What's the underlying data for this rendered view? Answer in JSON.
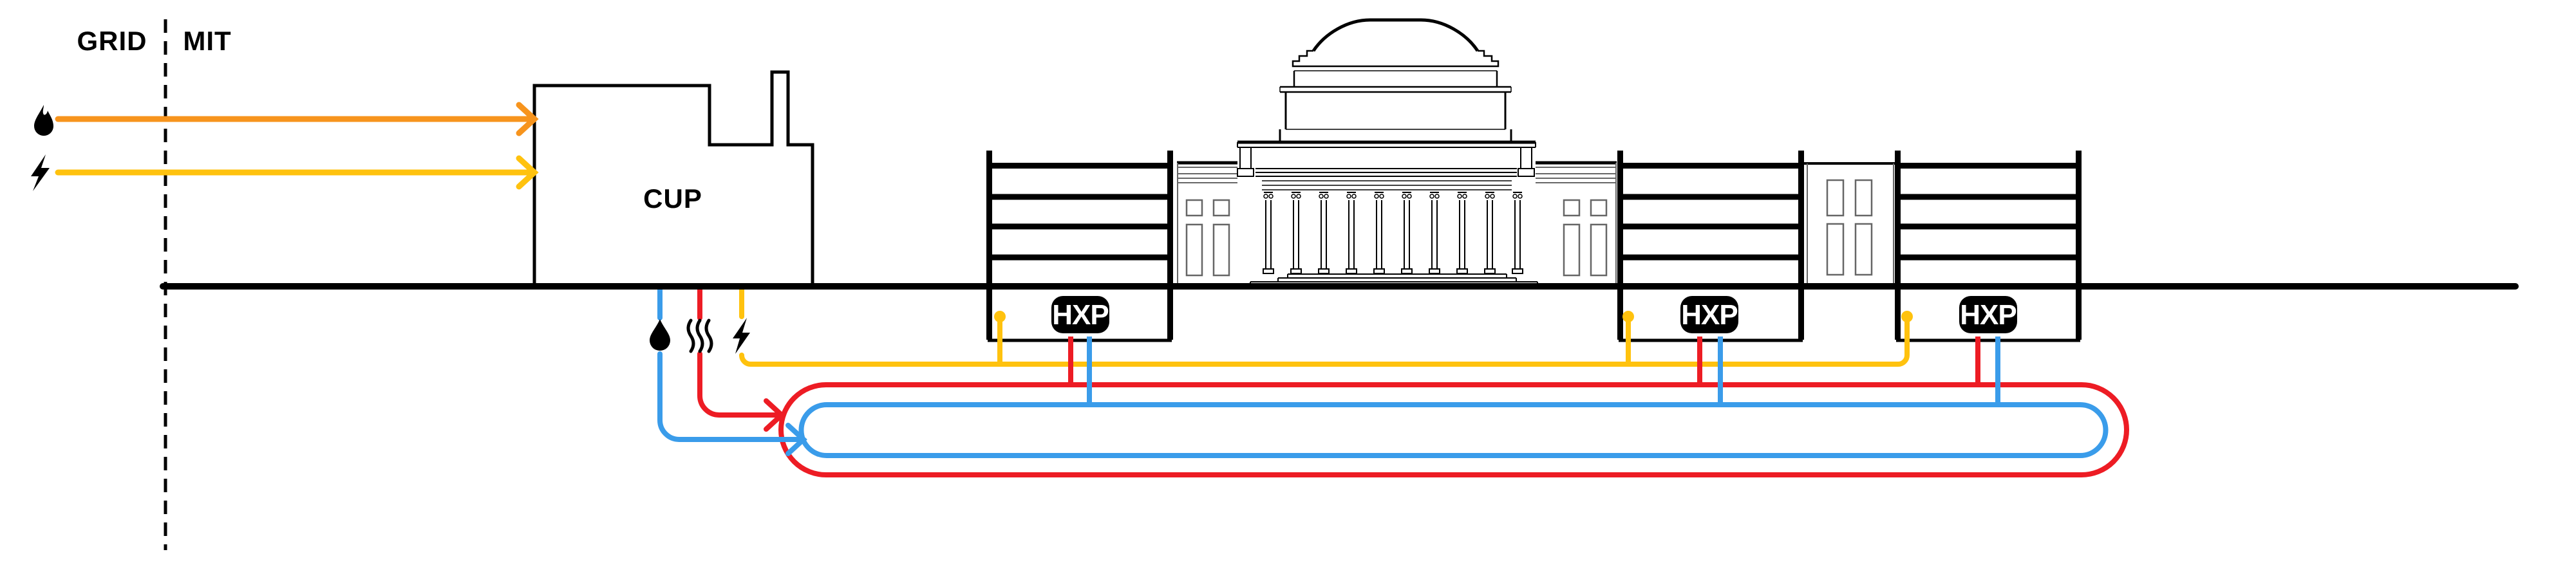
{
  "boundary": {
    "left_label": "GRID",
    "right_label": "MIT"
  },
  "cup": {
    "label": "CUP",
    "inputs": [
      {
        "name": "natural-gas",
        "icon": "flame-icon"
      },
      {
        "name": "grid-electricity",
        "icon": "lightning-icon"
      }
    ],
    "outputs": [
      {
        "name": "chilled-water",
        "icon": "droplet-icon"
      },
      {
        "name": "hot-water",
        "icon": "heat-waves-icon"
      },
      {
        "name": "electricity",
        "icon": "lightning-icon"
      }
    ]
  },
  "hxp": [
    {
      "label": "HXP"
    },
    {
      "label": "HXP"
    },
    {
      "label": "HXP"
    }
  ],
  "colors": {
    "gas": "#F7941D",
    "electricity": "#FFC20E",
    "hot_water": "#ED1C24",
    "chilled_water": "#3A9CEA",
    "ink": "#000000"
  }
}
